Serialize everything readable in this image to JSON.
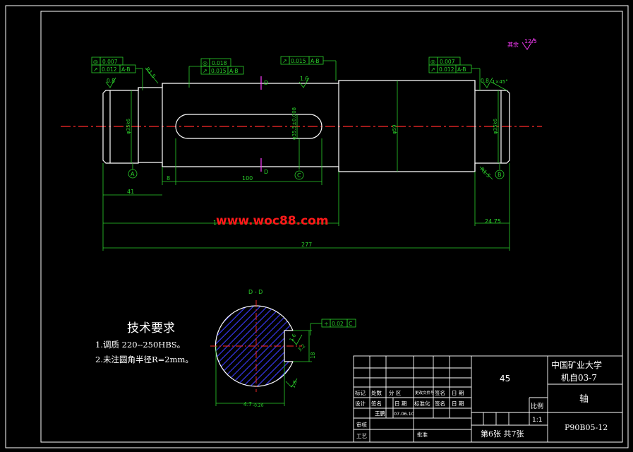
{
  "colors": {
    "background": "#000000",
    "outline": "#ffffff",
    "dimension": "#2bd12b",
    "centerline": "#ff2a2a",
    "hatch": "#3b3bff",
    "section_line": "#ff3cff",
    "watermark": "#ff1a1a",
    "roughness_note": "#ff3cff"
  },
  "watermark": "www.woc88.com",
  "roughness_note": {
    "label": "其余",
    "value": "12.5"
  },
  "tolerances": {
    "left_journal": {
      "sym1": "◎",
      "val1": "0.007",
      "sym2": "↗",
      "val2": "0.012",
      "ref2": "A-B"
    },
    "key_section": {
      "sym1": "◎",
      "val1": "0.018",
      "sym2": "↗",
      "val2": "0.015",
      "ref2": "A-B"
    },
    "shoulder": {
      "sym": "↗",
      "val": "0.015",
      "ref": "A-B"
    },
    "right_journal": {
      "sym1": "◎",
      "val1": "0.007",
      "sym2": "↗",
      "val2": "0.012",
      "ref2": "A-B"
    },
    "keyway": {
      "sym": "÷",
      "val": "0.02",
      "ref": "C"
    }
  },
  "roughness": {
    "r1": "0.8",
    "r2": "1.6",
    "r3": "0.8",
    "r4": "1.6",
    "r5": "3.2",
    "r6": "1.6"
  },
  "labels": {
    "fillet_left": "R1.5",
    "fillet_right": "R1.5",
    "chamfer": "1×45°",
    "section_mark": "D",
    "section_title": "D - D",
    "datum_a": "A",
    "datum_b": "B",
    "datum_c": "C",
    "dia_left": "φ35k6",
    "dia_mid": "φ35.5±0.008",
    "dia_big": "φ59",
    "dia_right": "φ35k6",
    "keyway_depth": "18",
    "key_width": "4.7",
    "key_width_tol": "-0.20"
  },
  "dimensions": {
    "d41": "41",
    "d8": "8",
    "d100": "100",
    "d24": "24.75",
    "d277": "277",
    "d1": "1"
  },
  "tech_requirements": {
    "title": "技术要求",
    "items": [
      "1.调质 220--250HBS。",
      "2.未注圆角半径R=2mm。"
    ]
  },
  "title_block": {
    "material": "45",
    "school": "中国矿业大学",
    "class": "机自03-7",
    "part_name": "轴",
    "scale_label": "比例",
    "scale": "1:1",
    "sheet": "第6张  共7张",
    "drawing_no": "P90B05-12",
    "r1": [
      "标记",
      "处数",
      "分 区",
      "更改文件号",
      "签名",
      "日 期"
    ],
    "r2": [
      "设计",
      "签名",
      "日 期",
      "标准化",
      "签名",
      "日 期"
    ],
    "designer": "王鹏",
    "design_date": "07.06.10",
    "review": "审核",
    "process": "工艺",
    "approve": "批准"
  }
}
